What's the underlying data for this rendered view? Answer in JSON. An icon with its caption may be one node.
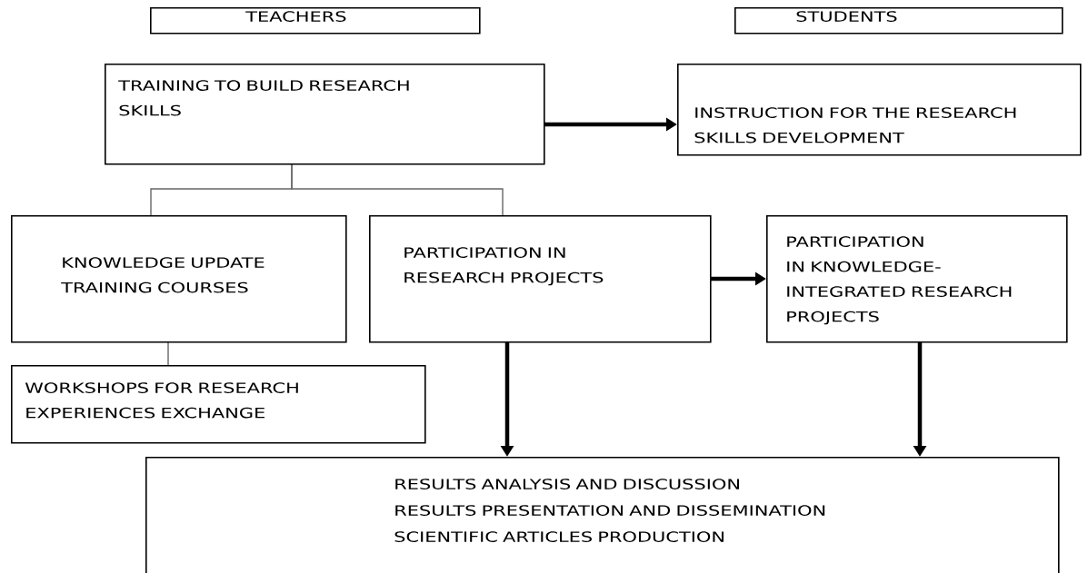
{
  "diagram": {
    "nodes": [
      {
        "text": [
          "TEACHERS"
        ]
      },
      {
        "text": [
          "STUDENTS"
        ]
      },
      {
        "text": [
          "TRAINING TO BUILD RESEARCH SKILLS"
        ]
      },
      {
        "text": [
          "INSTRUCTION FOR THE RESEARCH SKILLS DEVELOPMENT"
        ]
      },
      {
        "text": [
          "KNOWLEDGE UPDATE TRAINING COURSES"
        ]
      },
      {
        "text": [
          "PARTICIPATION IN RESEARCH PROJECTS"
        ]
      },
      {
        "text": [
          "PARTICIPATION IN KNOWLEDGE-INTEGRATED RESEARCH PROJECTS"
        ]
      },
      {
        "text": [
          "WORKSHOPS FOR RESEARCH EXPERIENCES EXCHANGE"
        ]
      },
      {
        "text": [
          "RESULTS ANALYSIS AND DISCUSSION",
          "RESULTS PRESENTATION AND DISSEMINATION",
          "SCIENTIFIC ARTICLES PRODUCTION"
        ]
      }
    ],
    "edges": [
      {
        "from": 2,
        "to": 3,
        "arrow": "to"
      },
      {
        "from": 2,
        "to": 4,
        "arrow": "none",
        "color": "#666666"
      },
      {
        "from": 2,
        "to": 5,
        "arrow": "none",
        "color": "#666666"
      },
      {
        "from": 4,
        "to": 7,
        "arrow": "none",
        "color": "#666666"
      },
      {
        "from": 5,
        "to": 6,
        "arrow": "to"
      },
      {
        "from": 5,
        "to": 8,
        "arrow": "to"
      },
      {
        "from": 6,
        "to": 8,
        "arrow": "to"
      }
    ]
  }
}
